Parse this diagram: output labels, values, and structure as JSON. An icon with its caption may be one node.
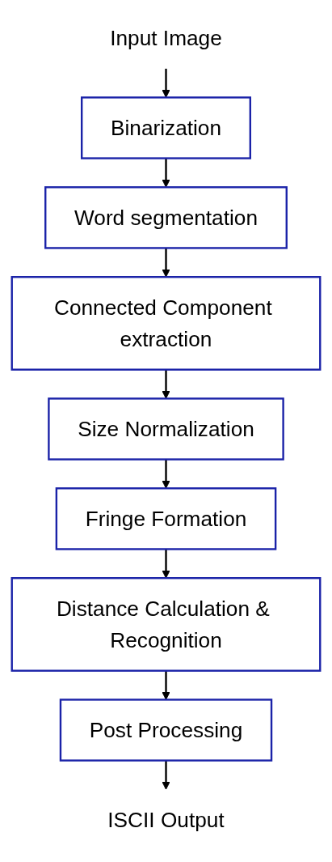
{
  "diagram": {
    "nodes": [
      {
        "text": [
          "Input Image"
        ]
      },
      {
        "text": [
          "Binarization"
        ]
      },
      {
        "text": [
          "Word segmentation"
        ]
      },
      {
        "text": [
          "Connected Component extraction"
        ]
      },
      {
        "text": [
          "Size Normalization"
        ]
      },
      {
        "text": [
          "Fringe Formation"
        ]
      },
      {
        "text": [
          "Distance Calculation & Recognition"
        ]
      },
      {
        "text": [
          "Post Processing"
        ]
      },
      {
        "text": [
          "ISCII Output"
        ]
      }
    ],
    "edges": [
      {
        "from": 0,
        "to": 1,
        "arrow": "to"
      },
      {
        "from": 1,
        "to": 2,
        "arrow": "to"
      },
      {
        "from": 2,
        "to": 3,
        "arrow": "to"
      },
      {
        "from": 3,
        "to": 4,
        "arrow": "to"
      },
      {
        "from": 4,
        "to": 5,
        "arrow": "to"
      },
      {
        "from": 5,
        "to": 6,
        "arrow": "to"
      },
      {
        "from": 6,
        "to": 7,
        "arrow": "to"
      },
      {
        "from": 7,
        "to": 8,
        "arrow": "to"
      }
    ]
  }
}
